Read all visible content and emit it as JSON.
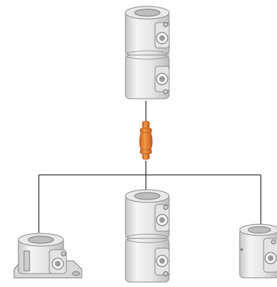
{
  "diagram": {
    "nodes": [
      {
        "id": "top",
        "icon": "double-clamp-connector-icon"
      },
      {
        "id": "center",
        "icon": "orange-coupling-insert-icon"
      },
      {
        "id": "bottom-left",
        "icon": "clamp-with-base-plate-icon"
      },
      {
        "id": "bottom-middle",
        "icon": "double-clamp-connector-icon"
      },
      {
        "id": "bottom-right",
        "icon": "single-clamp-connector-icon"
      }
    ],
    "colors": {
      "metal_light": "#f2f2f2",
      "metal_mid": "#dcdcdc",
      "metal_dark": "#b5b5b5",
      "outline": "#6e6e6e",
      "line": "#333333",
      "orange": "#e87722",
      "orange_dark": "#b8561a"
    }
  }
}
